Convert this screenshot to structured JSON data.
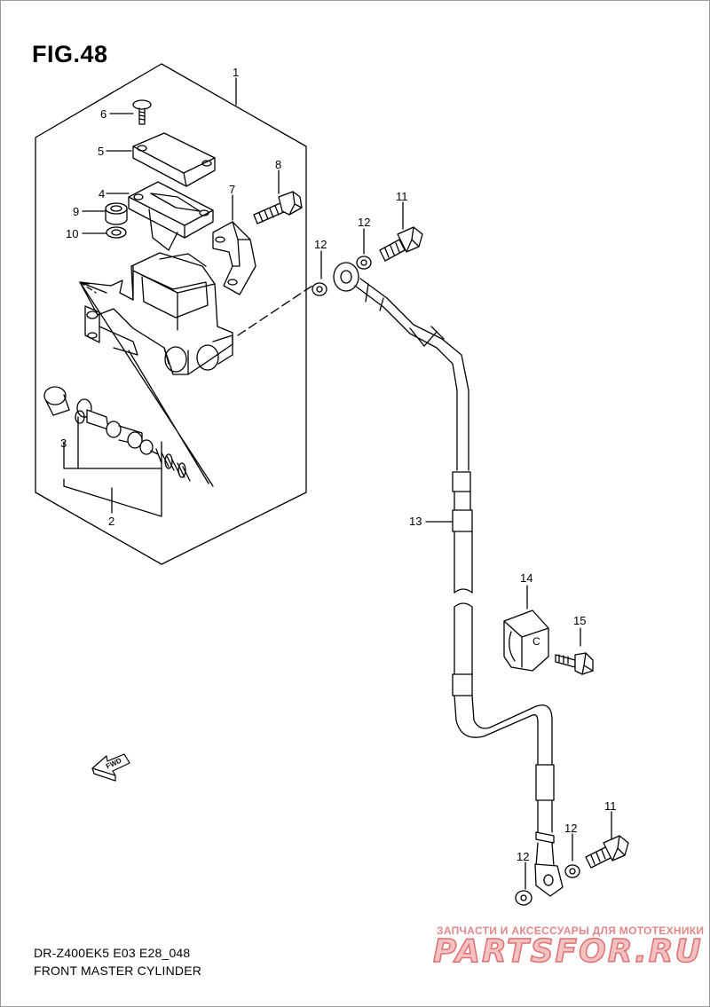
{
  "figure": {
    "title": "FIG.48",
    "model_code": "DR-Z400EK5 E03 E28_048",
    "caption": "FRONT MASTER CYLINDER"
  },
  "callouts": [
    "1",
    "2",
    "3",
    "4",
    "5",
    "6",
    "7",
    "8",
    "9",
    "10",
    "11",
    "11",
    "12",
    "12",
    "12",
    "12",
    "13",
    "14",
    "15"
  ],
  "fwd_arrow_label": "FWD",
  "clamp_letter": "C",
  "watermark": {
    "tagline": "ЗАПЧАСТИ И АКСЕССУАРЫ ДЛЯ МОТОТЕХНИКИ",
    "logo": "PARTSFOR.RU"
  },
  "colors": {
    "line": "#000000",
    "watermark_red": "#e07070"
  }
}
